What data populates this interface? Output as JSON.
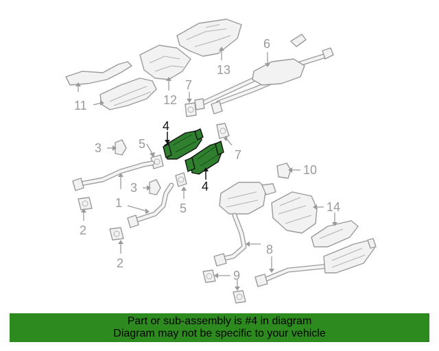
{
  "diagram": {
    "callouts": {
      "c1": "1",
      "c2a": "2",
      "c2b": "2",
      "c3a": "3",
      "c3b": "3",
      "c4a": "4",
      "c4b": "4",
      "c5a": "5",
      "c5b": "5",
      "c6": "6",
      "c7a": "7",
      "c7b": "7",
      "c8": "8",
      "c9": "9",
      "c10": "10",
      "c11": "11",
      "c12": "12",
      "c13": "13",
      "c14": "14"
    },
    "highlight_color": "#2f7f2f",
    "part_color": "#9a9a9a"
  },
  "banner": {
    "line1": "Part or sub-assembly is #4 in diagram",
    "line2": "Diagram may not be specific to your vehicle",
    "background": "#2d8a1f"
  }
}
